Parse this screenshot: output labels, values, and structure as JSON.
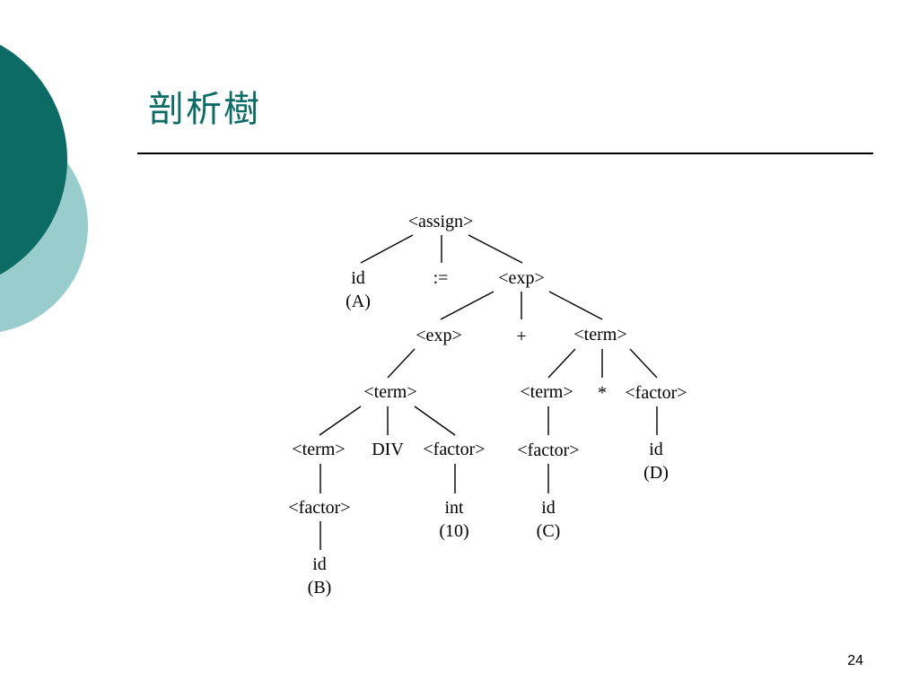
{
  "slide": {
    "title": "剖析樹",
    "page_number": "24"
  },
  "colors": {
    "accent_dark": "#0d6b66",
    "accent_light": "#99cccc",
    "title_text": "#0d6b66",
    "rule": "#000000",
    "text": "#000000"
  },
  "tree": {
    "nodes": [
      {
        "id": "assign",
        "label": "<assign>"
      },
      {
        "id": "id-a",
        "label": "id",
        "sub": "(A)"
      },
      {
        "id": "assign-op",
        "label": ":="
      },
      {
        "id": "exp-top",
        "label": "<exp>"
      },
      {
        "id": "exp-left",
        "label": "<exp>"
      },
      {
        "id": "plus",
        "label": "+"
      },
      {
        "id": "term-right",
        "label": "<term>"
      },
      {
        "id": "term-mid",
        "label": "<term>"
      },
      {
        "id": "term-c",
        "label": "<term>"
      },
      {
        "id": "times",
        "label": "*"
      },
      {
        "id": "factor-d",
        "label": "<factor>"
      },
      {
        "id": "term-b",
        "label": "<term>"
      },
      {
        "id": "div",
        "label": "DIV"
      },
      {
        "id": "factor-int",
        "label": "<factor>"
      },
      {
        "id": "factor-c",
        "label": "<factor>"
      },
      {
        "id": "id-d",
        "label": "id",
        "sub": "(D)"
      },
      {
        "id": "factor-b",
        "label": "<factor>"
      },
      {
        "id": "int-10",
        "label": "int",
        "sub": "(10)"
      },
      {
        "id": "id-c",
        "label": "id",
        "sub": "(C)"
      },
      {
        "id": "id-b",
        "label": "id",
        "sub": "(B)"
      }
    ],
    "edges": [
      [
        "assign",
        "id-a"
      ],
      [
        "assign",
        "assign-op"
      ],
      [
        "assign",
        "exp-top"
      ],
      [
        "exp-top",
        "exp-left"
      ],
      [
        "exp-top",
        "plus"
      ],
      [
        "exp-top",
        "term-right"
      ],
      [
        "exp-left",
        "term-mid"
      ],
      [
        "term-right",
        "term-c"
      ],
      [
        "term-right",
        "times"
      ],
      [
        "term-right",
        "factor-d"
      ],
      [
        "term-mid",
        "term-b"
      ],
      [
        "term-mid",
        "div"
      ],
      [
        "term-mid",
        "factor-int"
      ],
      [
        "term-c",
        "factor-c"
      ],
      [
        "factor-d",
        "id-d"
      ],
      [
        "term-b",
        "factor-b"
      ],
      [
        "factor-int",
        "int-10"
      ],
      [
        "factor-c",
        "id-c"
      ],
      [
        "factor-b",
        "id-b"
      ]
    ]
  }
}
